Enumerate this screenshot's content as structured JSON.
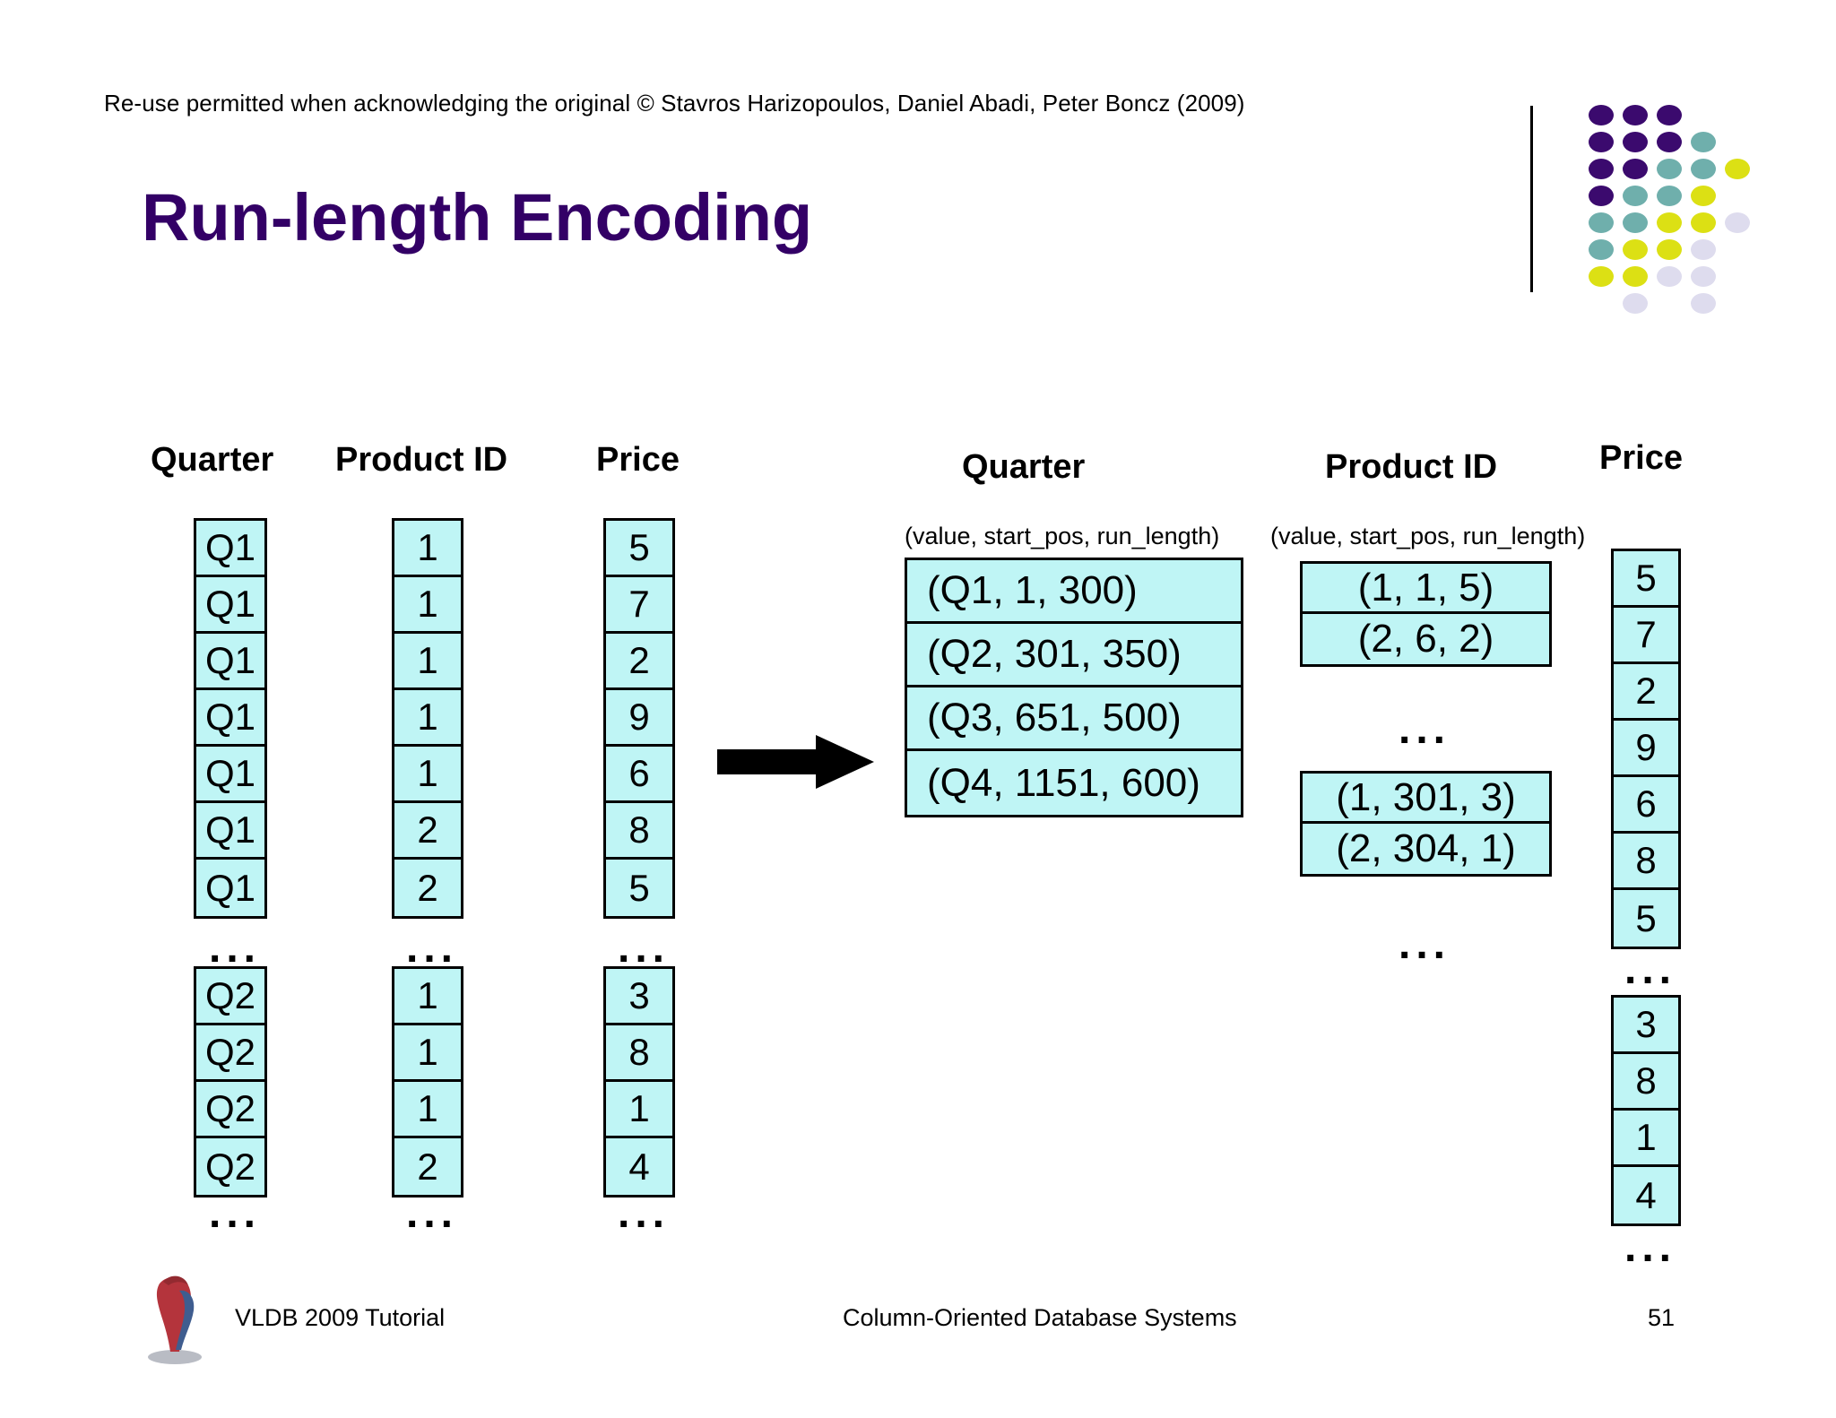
{
  "header": {
    "copyright": "Re-use permitted when acknowledging the original © Stavros Harizopoulos, Daniel Abadi, Peter Boncz (2009)",
    "title": "Run-length Encoding"
  },
  "colors": {
    "title": "#330066",
    "cell_fill": "#BFF5F5",
    "cell_border": "#000000",
    "logo_purple": "#3B0A6E",
    "logo_teal": "#6FAFAC",
    "logo_yellow": "#DCE014",
    "logo_lavender": "#DEDCEE"
  },
  "left_table": {
    "headers": {
      "quarter": "Quarter",
      "product_id": "Product ID",
      "price": "Price"
    },
    "group1": {
      "quarter": [
        "Q1",
        "Q1",
        "Q1",
        "Q1",
        "Q1",
        "Q1",
        "Q1"
      ],
      "product_id": [
        "1",
        "1",
        "1",
        "1",
        "1",
        "2",
        "2"
      ],
      "price": [
        "5",
        "7",
        "2",
        "9",
        "6",
        "8",
        "5"
      ]
    },
    "group2": {
      "quarter": [
        "Q2",
        "Q2",
        "Q2",
        "Q2"
      ],
      "product_id": [
        "1",
        "1",
        "1",
        "2"
      ],
      "price": [
        "3",
        "8",
        "1",
        "4"
      ]
    },
    "ellipsis": "..."
  },
  "right_table": {
    "headers": {
      "quarter": "Quarter",
      "product_id": "Product ID",
      "price": "Price"
    },
    "tuple_legend": "(value, start_pos, run_length)",
    "quarter_runs": [
      "(Q1, 1, 300)",
      "(Q2, 301, 350)",
      "(Q3, 651, 500)",
      "(Q4, 1151, 600)"
    ],
    "product_runs_group1": [
      "(1, 1, 5)",
      "(2, 6, 2)"
    ],
    "product_runs_group2": [
      "(1, 301, 3)",
      "(2, 304, 1)"
    ],
    "price_group1": [
      "5",
      "7",
      "2",
      "9",
      "6",
      "8",
      "5"
    ],
    "price_group2": [
      "3",
      "8",
      "1",
      "4"
    ],
    "ellipsis": "..."
  },
  "arrow": {
    "label": "transform-arrow"
  },
  "footer": {
    "left": "VLDB 2009 Tutorial",
    "center": "Column-Oriented Database Systems",
    "page": "51"
  }
}
